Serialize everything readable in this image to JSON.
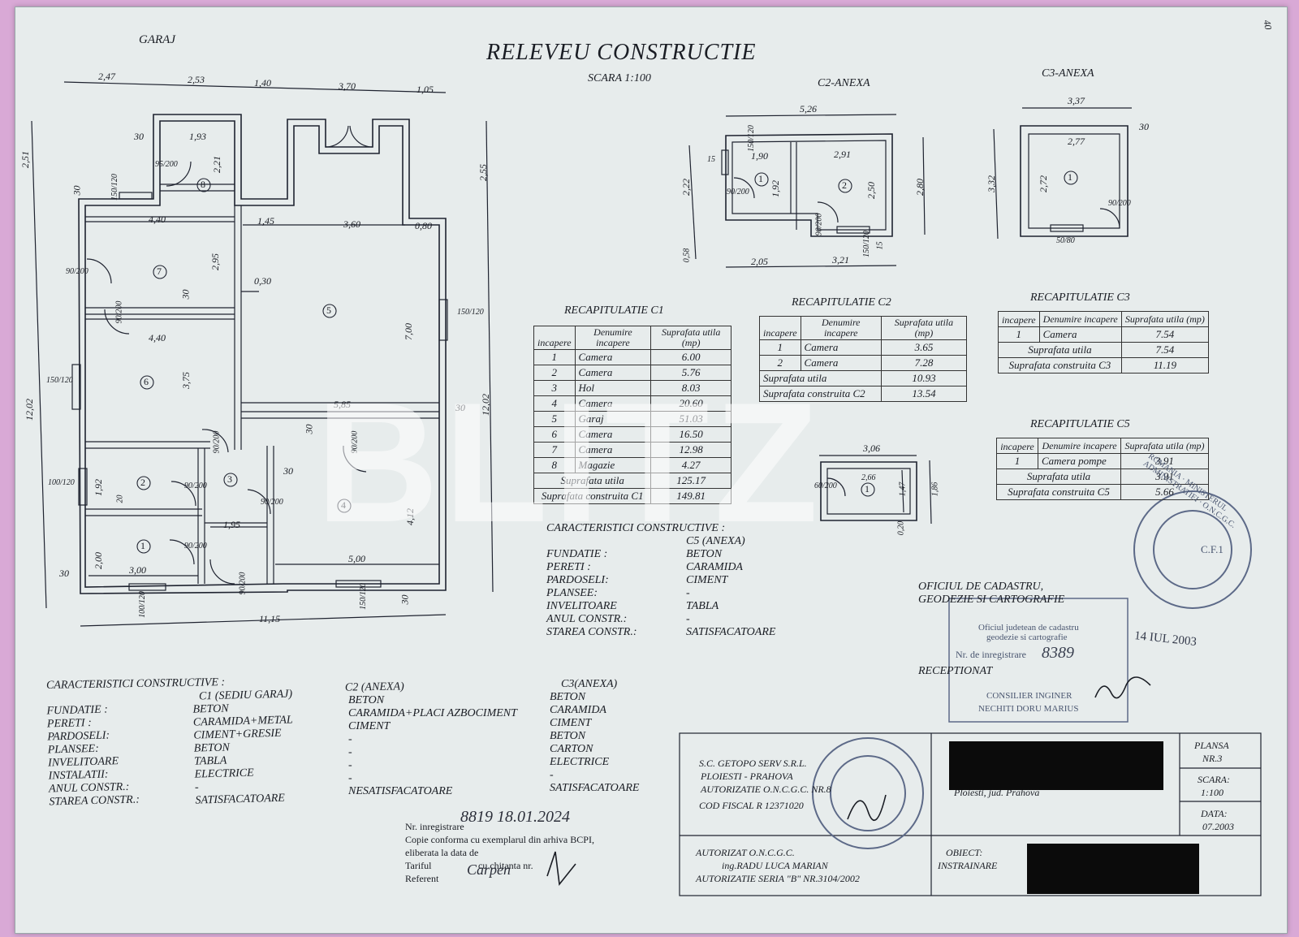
{
  "header": {
    "title": "RELEVEU CONSTRUCTIE",
    "scale": "SCARA 1:100",
    "garaj": "GARAJ",
    "c2_label": "C2-ANEXA",
    "c3_label": "C3-ANEXA"
  },
  "plan_c1": {
    "top_dims": [
      "2,47",
      "2,53",
      "1,40",
      "3,70",
      "1,05"
    ],
    "bottom_dim": "11,15",
    "left_total": "12,02",
    "right_total": "12,02",
    "left_top": "2,51",
    "right_top": "2,55",
    "inner": {
      "d_30a": "30",
      "d_193": "1,93",
      "d_221": "2,21",
      "door_95_200": "95/200",
      "w_150_120": "150/120",
      "d_440a": "4,40",
      "d_145": "1,45",
      "d_360": "3,60",
      "d_080": "0,80",
      "d_295": "2,95",
      "d_030": "0,30",
      "d_700": "7,00",
      "d_440b": "4,40",
      "d_375": "3,75",
      "d_585": "5,85",
      "d_192": "1,92",
      "d_20": "20",
      "d_195": "1,95",
      "d_412": "4,12",
      "d_200": "2,00",
      "d_300": "3,00",
      "d_500": "5,00",
      "d_30b": "30",
      "d_30c": "30",
      "d_30d": "30",
      "d_30e": "30",
      "d_30f": "30",
      "door_90_200": "90/200",
      "door_90_200b": "90/200",
      "door_90_200c": "90/200",
      "win_150_120_r": "150/120",
      "win_150_120_l": "150/120",
      "win_100_120_l": "100/120",
      "win_100_120_b": "100/120",
      "win_150_120_b": "150/120",
      "door_90_200_g": "90/200",
      "door_90_200_g2": "90/200"
    },
    "room_numbers": [
      "1",
      "2",
      "3",
      "4",
      "5",
      "6",
      "7",
      "8"
    ]
  },
  "plan_c2": {
    "top": "5,26",
    "d_190": "1,90",
    "d_291": "2,91",
    "d_15a": "15",
    "d_15b": "15",
    "d_192": "1,92",
    "d_250": "2,50",
    "d_222": "2,22",
    "d_280": "2,80",
    "d_058": "0,58",
    "d_205": "2,05",
    "d_321": "3,21",
    "w_150_120a": "150/120",
    "w_150_120b": "150/120",
    "door_90_200a": "90/200",
    "door_90_200b": "90/200",
    "rooms": [
      "1",
      "2"
    ]
  },
  "plan_c3": {
    "top": "3,37",
    "d_277": "2,77",
    "d_272": "2,72",
    "d_332": "3,32",
    "d_30": "30",
    "door_90_200": "90/200",
    "w_bottom": "50/80",
    "room": "1"
  },
  "plan_c5": {
    "top": "3,06",
    "inner": "2,66",
    "d_147": "1,47",
    "d_186": "1,86",
    "d_020": "0,20",
    "door": "60/200",
    "room": "1"
  },
  "rec_c1": {
    "title": "RECAPITULATIE C1",
    "headers": [
      "incapere",
      "Denumire incapere",
      "Suprafata utila (mp)"
    ],
    "rows": [
      [
        "1",
        "Camera",
        "6.00"
      ],
      [
        "2",
        "Camera",
        "5.76"
      ],
      [
        "3",
        "Hol",
        "8.03"
      ],
      [
        "4",
        "Camera",
        "20.60"
      ],
      [
        "5",
        "Garaj",
        "51.03"
      ],
      [
        "6",
        "Camera",
        "16.50"
      ],
      [
        "7",
        "Camera",
        "12.98"
      ],
      [
        "8",
        "Magazie",
        "4.27"
      ]
    ],
    "util_label": "Suprafata utila",
    "util": "125.17",
    "constr_label": "Suprafata construita C1",
    "constr": "149.81"
  },
  "rec_c2": {
    "title": "RECAPITULATIE C2",
    "headers": [
      "incapere",
      "Denumire incapere",
      "Suprafata utila (mp)"
    ],
    "rows": [
      [
        "1",
        "Camera",
        "3.65"
      ],
      [
        "2",
        "Camera",
        "7.28"
      ]
    ],
    "util_label": "Suprafata utila",
    "util": "10.93",
    "constr_label": "Suprafata construita C2",
    "constr": "13.54"
  },
  "rec_c3": {
    "title": "RECAPITULATIE C3",
    "headers": [
      "incapere",
      "Denumire incapere",
      "Suprafata utila (mp)"
    ],
    "rows": [
      [
        "1",
        "Camera",
        "7.54"
      ]
    ],
    "util_label": "Suprafata utila",
    "util": "7.54",
    "constr_label": "Suprafata construita C3",
    "constr": "11.19"
  },
  "rec_c5": {
    "title": "RECAPITULATIE C5",
    "headers": [
      "incapere",
      "Denumire incapere",
      "Suprafata utila (mp)"
    ],
    "rows": [
      [
        "1",
        "Camera pompe",
        "3.91"
      ]
    ],
    "util_label": "Suprafata utila",
    "util": "3.91",
    "constr_label": "Suprafata construita C5",
    "constr": "5.66"
  },
  "caract_c5": {
    "title": "CARACTERISTICI CONSTRUCTIVE :",
    "col_header": "C5 (ANEXA)",
    "labels": [
      "FUNDATIE :",
      "PERETI :",
      "PARDOSELI:",
      "PLANSEE:",
      "INVELITOARE",
      "ANUL CONSTR.:",
      "STAREA CONSTR.:"
    ],
    "values": [
      "BETON",
      "CARAMIDA",
      "CIMENT",
      "-",
      "TABLA",
      "-",
      "SATISFACATOARE"
    ]
  },
  "caract_main": {
    "title": "CARACTERISTICI CONSTRUCTIVE :",
    "labels": [
      "FUNDATIE :",
      "PERETI :",
      "PARDOSELI:",
      "PLANSEE:",
      "INVELITOARE",
      "INSTALATII:",
      "ANUL CONSTR.:",
      "STAREA CONSTR.:"
    ],
    "c1_header": "C1 (SEDIU GARAJ)",
    "c1": [
      "BETON",
      "CARAMIDA+METAL",
      "CIMENT+GRESIE",
      "BETON",
      "TABLA",
      "ELECTRICE",
      "-",
      "SATISFACATOARE"
    ],
    "c2_header": "C2 (ANEXA)",
    "c2": [
      "BETON",
      "CARAMIDA+PLACI AZBOCIMENT",
      "CIMENT",
      "-",
      "-",
      "-",
      "-",
      "NESATISFACATOARE"
    ],
    "c3_header": "C3(ANEXA)",
    "c3": [
      "BETON",
      "CARAMIDA",
      "CIMENT",
      "BETON",
      "CARTON",
      "ELECTRICE",
      "-",
      "SATISFACATOARE"
    ]
  },
  "oficiu": {
    "line1": "OFICIUL DE CADASTRU,",
    "line2": "GEODEZIE SI CARTOGRAFIE",
    "stamp_date": "14 IUL 2003",
    "stamp_reg_label": "Nr. de inregistrare",
    "stamp_reg": "8389",
    "stamp_sub1": "Oficiul judetean de cadastru",
    "stamp_sub2": "geodezie si cartografie",
    "stamp_consilier": "CONSILIER INGINER",
    "stamp_name": "NECHITI DORU MARIUS",
    "receptionat": "RECEPTIONAT"
  },
  "seal_round": {
    "outer": "ROMANIA · MINISTERUL ADMINISTRATIEI · O.N.C.G.C.",
    "inner": "C.F.1"
  },
  "title_block": {
    "company": "S.C. GETOPO SERV S.R.L.",
    "city": "PLOIESTI - PRAHOVA",
    "autorizatie": "AUTORIZATIE O.N.C.G.C. NR.8",
    "cod_fiscal": "COD FISCAL R 12371020",
    "autorizat_label": "AUTORIZAT O.N.C.G.C.",
    "autorizat_name": "ing.RADU LUCA MARIAN",
    "autorizat_serie": "AUTORIZATIE SERIA \"B\" NR.3104/2002",
    "address_tail": "Ploiesti, jud. Prahova",
    "obiect_label": "OBIECT:",
    "obiect": "INSTRAINARE",
    "plansa_label": "PLANSA",
    "plansa": "NR.3",
    "scara_label": "SCARA:",
    "scara": "1:100",
    "data_label": "DATA:",
    "data": "07.2003"
  },
  "bcpi_stamp": {
    "nr_label": "Nr. inregistrare",
    "nr_handwritten": "8819 18.01.2024",
    "line2": "Copie conforma cu exemplarul din arhiva BCPI,",
    "line3": "eliberata la data de",
    "line4": "Tariful",
    "line4b": "cu chitanta nr.",
    "line5": "Referent",
    "signature": "Carpen"
  },
  "watermark": "BLITZ",
  "corner_note": "40",
  "colors": {
    "paper": "#e7ecec",
    "ink": "#1a1d24",
    "stamp": "#4a5670",
    "redact": "#0b0b0b"
  }
}
